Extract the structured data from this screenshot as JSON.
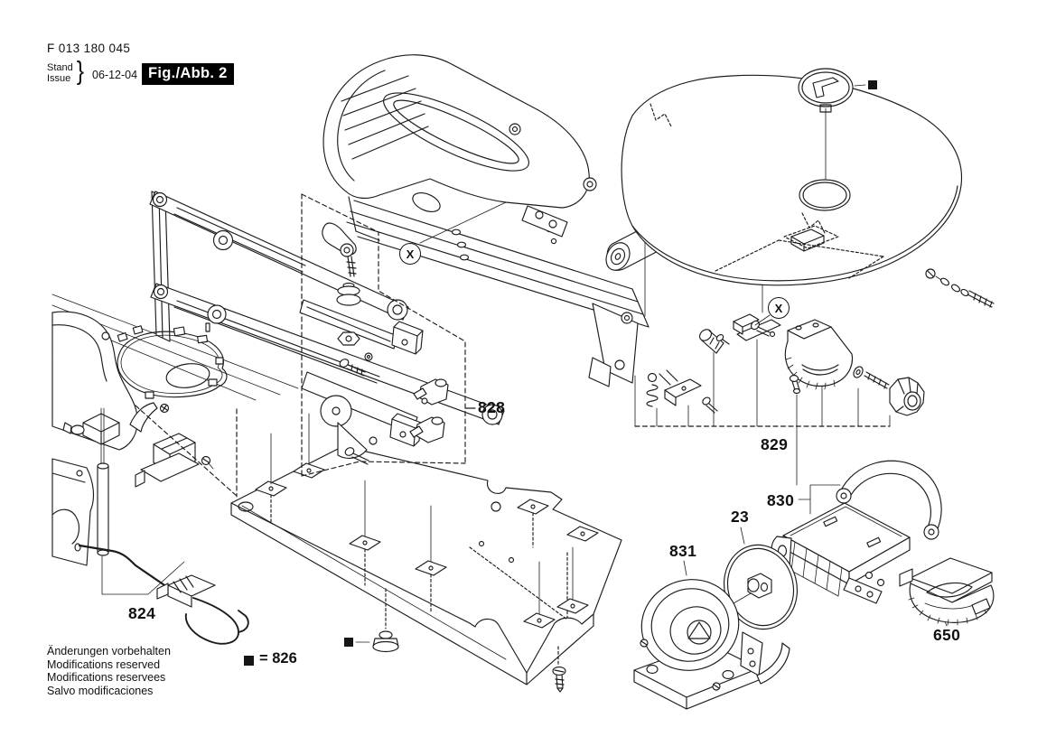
{
  "header": {
    "doc_number": "F 013 180 045",
    "stand_label": "Stand",
    "issue_label": "Issue",
    "brace": "}",
    "issue_date": "06-12-04",
    "figure_label": "Fig./Abb. 2"
  },
  "figure": {
    "type": "exploded-parts-diagram",
    "callouts": {
      "c824": "824",
      "c828": "828",
      "c829": "829",
      "c830": "830",
      "c831": "831",
      "c23": "23",
      "c650": "650"
    },
    "detail_markers": {
      "m1": "X",
      "m2": "X"
    },
    "legend": {
      "square_equals": "= 826"
    }
  },
  "footer": {
    "line1": "Änderungen vorbehalten",
    "line2": "Modifications reserved",
    "line3": "Modifications reservees",
    "line4": "Salvo modificaciones"
  },
  "colors": {
    "ink": "#1c1c1c",
    "paper": "#ffffff",
    "figure_box_bg": "#000000",
    "figure_box_fg": "#ffffff"
  }
}
